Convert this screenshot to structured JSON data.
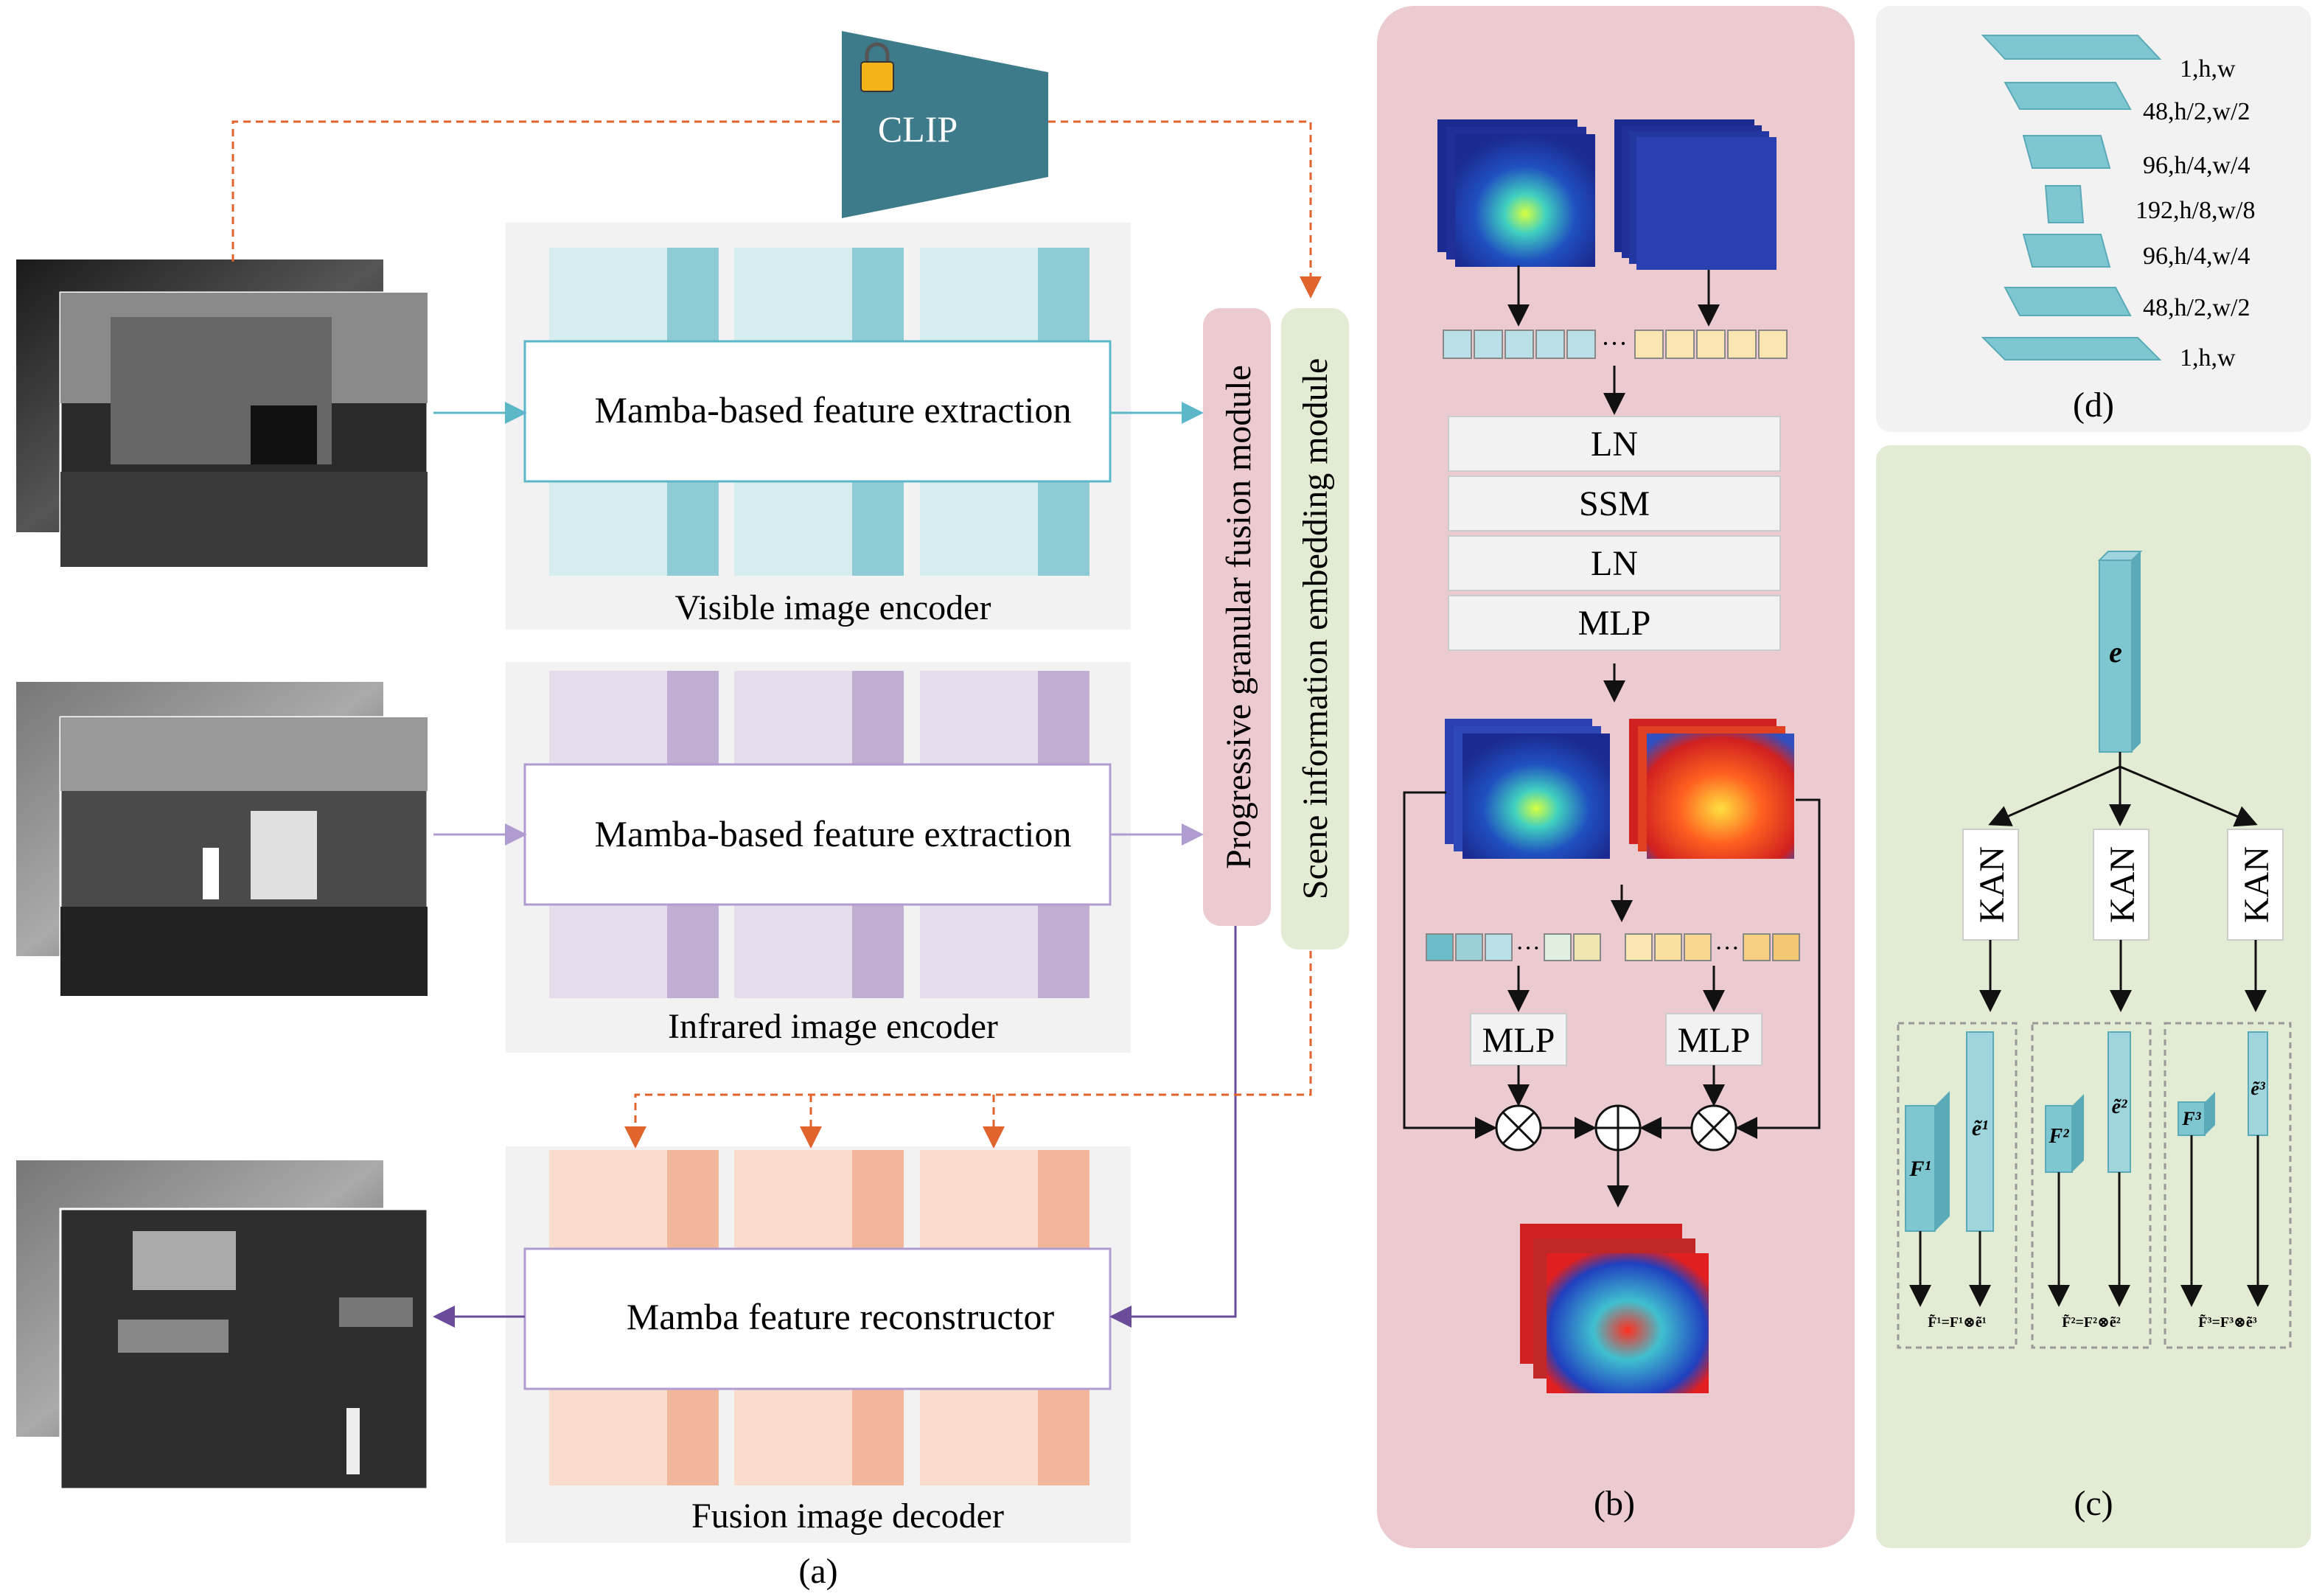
{
  "clip": {
    "label": "CLIP",
    "lock_icon": "lock-icon"
  },
  "encoders": {
    "visible": {
      "caption": "Visible image encoder",
      "block_label": "Mamba-based feature extraction",
      "light": "#d6edf0",
      "dark": "#8ecbd4"
    },
    "infrared": {
      "caption": "Infrared image encoder",
      "block_label": "Mamba-based feature extraction",
      "light": "#e6dcec",
      "dark": "#c1aed3"
    },
    "decoder": {
      "caption": "Fusion image decoder",
      "block_label": "Mamba feature reconstructor",
      "light": "#f9dccb",
      "dark": "#f2b79a"
    }
  },
  "modules": {
    "fusion": "Progressive granular fusion module",
    "scene": "Scene information embedding module"
  },
  "panel_b": {
    "stack": [
      "LN",
      "SSM",
      "LN",
      "MLP"
    ],
    "mlp_left": "MLP",
    "mlp_right": "MLP",
    "caption": "(b)"
  },
  "panel_c": {
    "e_label": "e",
    "kan_labels": [
      "KAN",
      "KAN",
      "KAN"
    ],
    "f_labels": [
      "F¹",
      "F²",
      "F³"
    ],
    "e_tilde_labels": [
      "ẽ¹",
      "ẽ²",
      "ẽ³"
    ],
    "equations": [
      "F̃¹=F¹⊗ẽ¹",
      "F̃²=F²⊗ẽ²",
      "F̃³=F³⊗ẽ³"
    ],
    "caption": "(c)"
  },
  "panel_d": {
    "layers": [
      "1,h,w",
      "48,h/2,w/2",
      "96,h/4,w/4",
      "192,h/8,w/8",
      "96,h/4,w/4",
      "48,h/2,w/2",
      "1,h,w"
    ],
    "caption": "(d)"
  },
  "caption_a": "(a)",
  "colors": {
    "cyan": "#5cb8c8",
    "purple": "#b09cd0",
    "orange_dash": "#e0642c",
    "dark_purple": "#6b4c9a",
    "panel_b_bg": "#eccbd0",
    "panel_c_bg": "#e2ebd3",
    "panel_d_bg": "#f2f2f2",
    "clip": "#3d7a8a"
  }
}
